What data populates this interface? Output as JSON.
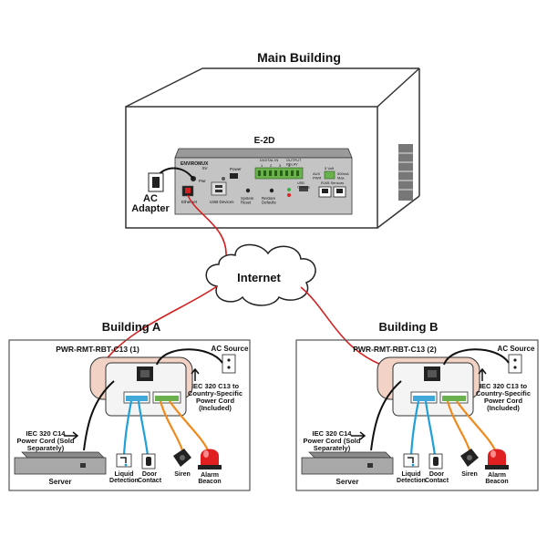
{
  "main_building": {
    "title": "Main Building",
    "device": {
      "name": "E-2D",
      "brand": "ENVIROMUX",
      "labels": {
        "five_v": "5V",
        "pwr": "Pwr",
        "power_on": "Power",
        "digital_in": "DIGITAL IN",
        "output_relay": "OUTPUT RELAY",
        "port_numbers": [
          "1",
          "2",
          "3",
          "4"
        ],
        "five_volt_out": "5 Volt",
        "aux_pwr": "AUX PWR",
        "max_current": "500mA Max.",
        "ethernet": "Ethernet",
        "usb_devices": "USB Devices",
        "system_reset": "System Reset",
        "restore_defaults": "Restore Defaults",
        "usb_console": "USB Console",
        "rj45_sensors": "RJ45 Sensors"
      }
    },
    "ac_adapter": "AC Adapter"
  },
  "network": {
    "internet": "Internet"
  },
  "buildings": [
    {
      "title": "Building A",
      "pwr_unit": "PWR-RMT-RBT-C13 (1)",
      "ac_source": "AC Source",
      "iec_c13": "IEC 320 C13 to Country-Specific Power Cord (Included)",
      "iec_c14": "IEC 320 C14 Power Cord (Sold Separately)",
      "server": "Server",
      "sensors": [
        "Liquid Detection",
        "Door Contact",
        "Siren",
        "Alarm Beacon"
      ]
    },
    {
      "title": "Building B",
      "pwr_unit": "PWR-RMT-RBT-C13 (2)",
      "ac_source": "AC Source",
      "iec_c13": "IEC 320 C13 to Country-Specific Power Cord (Included)",
      "iec_c14": "IEC 320 C14 Power Cord (Sold Separately)",
      "server": "Server",
      "sensors": [
        "Liquid Detection",
        "Door Contact",
        "Siren",
        "Alarm Beacon"
      ]
    }
  ],
  "colors": {
    "ethernet_cable": "#d42020",
    "blue_wire": "#1fa0d8",
    "orange_wire": "#f08a1c",
    "device_gray": "#b8b8b8",
    "pwr_unit_body": "#f2d2c4",
    "terminal_green": "#6ab04c",
    "beacon_red": "#e02020"
  }
}
